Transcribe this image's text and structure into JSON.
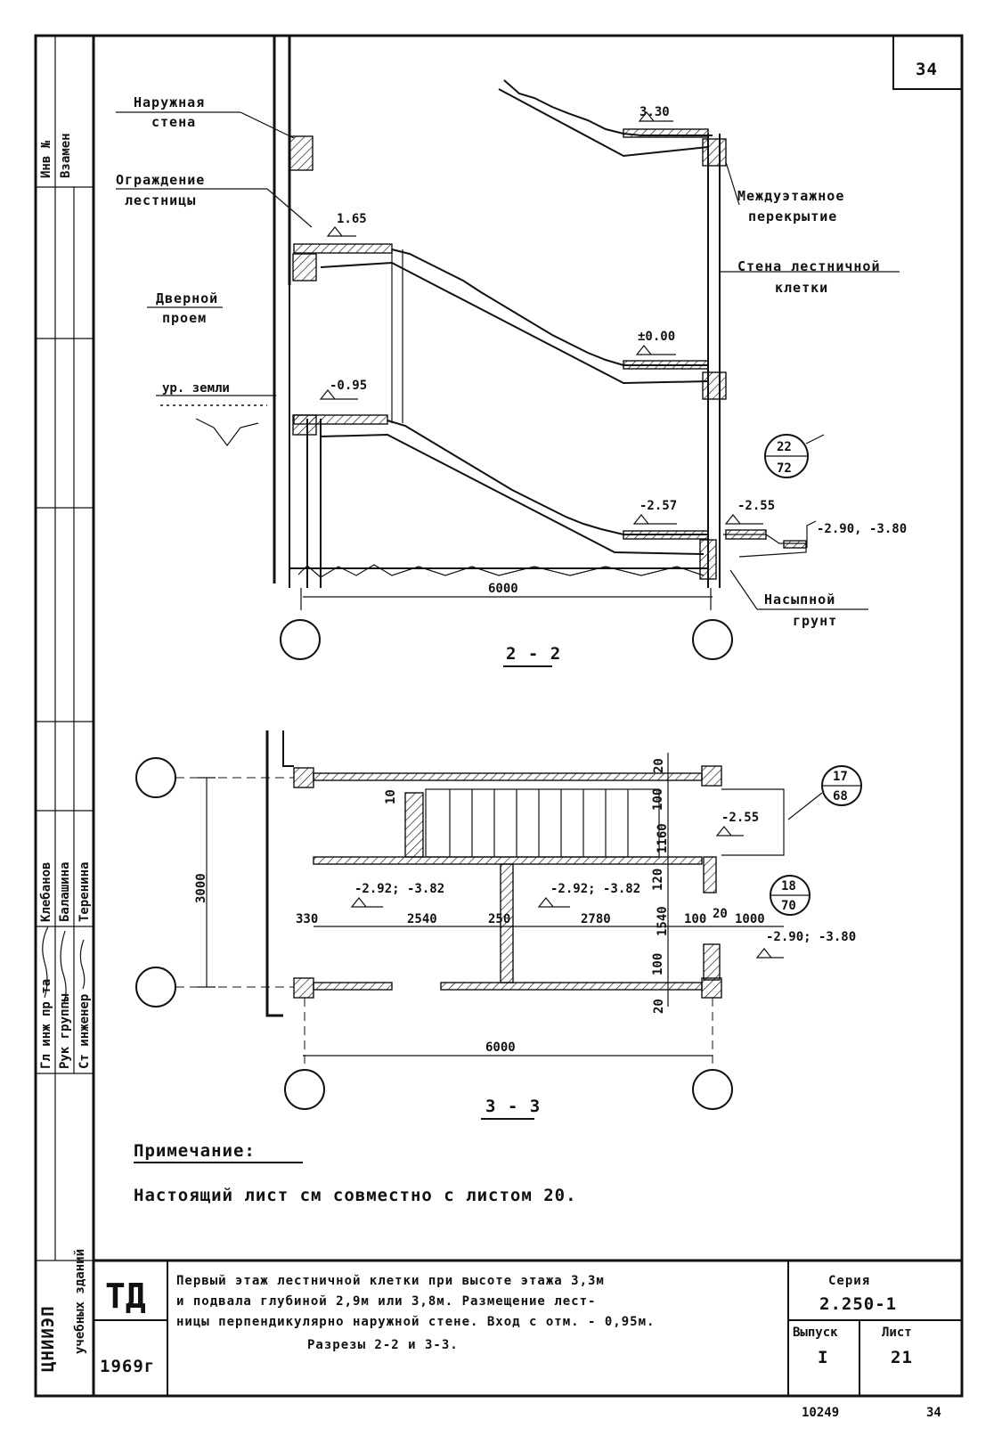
{
  "sheet_number_top": "34",
  "section_2": {
    "label_outer_wall": [
      "Наружная",
      "стена"
    ],
    "label_railing": [
      "Ограждение",
      "лестницы"
    ],
    "label_floor_slab": [
      "Междуэтажное",
      "перекрытие"
    ],
    "label_stair_wall": [
      "Стена лестничной",
      "клетки"
    ],
    "label_door": [
      "Дверной",
      "проем"
    ],
    "label_ground_level": "ур. земли",
    "label_fill_soil": [
      "Насыпной",
      "грунт"
    ],
    "elevations": {
      "e1": "3.30",
      "e2": "1.65",
      "e3": "±0.00",
      "e4": "-0.95",
      "e5": "-2.57",
      "e6": "-2.55",
      "e7": "-2.90, -3.80"
    },
    "callout": {
      "top": "22",
      "bottom": "72"
    },
    "dim_span": "6000",
    "section_title": "2 - 2"
  },
  "section_3": {
    "dims": {
      "d20_top": "20",
      "d10": "10",
      "d100_top": "100",
      "d1160": "1160",
      "d120": "120",
      "d1540": "1540",
      "d100_bot": "100",
      "d20_bot": "20",
      "d3000": "3000",
      "d330": "330",
      "d2540": "2540",
      "d250": "250",
      "d2780": "2780",
      "d100_r": "100",
      "d20_r": "20",
      "d1000": "1000",
      "d6000": "6000"
    },
    "elevations": {
      "e1": "-2.92; -3.82",
      "e2": "-2.92; -3.82",
      "e3": "-2.55",
      "e4": "-2.90; -3.80"
    },
    "callout_a": {
      "top": "17",
      "bottom": "68"
    },
    "callout_b": {
      "top": "18",
      "bottom": "70"
    },
    "section_title": "3 - 3"
  },
  "note": {
    "heading": "Примечание:",
    "text": "Настоящий лист см совместно с листом 20."
  },
  "side_stamp": {
    "top_labels": [
      "Инв №",
      "Взамен"
    ],
    "roles": [
      "Гл инж пр та",
      "Рук группы",
      "Ст инженер"
    ],
    "names": [
      "Клебанов",
      "Балашина",
      "Теренина"
    ],
    "org": [
      "ЦНИИЭП",
      "учебных зданий"
    ]
  },
  "title_block": {
    "logo": "ТД",
    "year": "1969г",
    "description": [
      "Первый этаж лестничной клетки при высоте этажа 3,3м",
      "и подвала глубиной 2,9м или 3,8м. Размещение лест-",
      "ницы перпендикулярно наружной стене. Вход с отм. - 0,95м.",
      "Разрезы 2-2 и 3-3."
    ],
    "series_label": "Серия",
    "series_value": "2.250-1",
    "issue_label": "Выпуск",
    "issue_value": "I",
    "sheet_label": "Лист",
    "sheet_value": "21"
  },
  "footer": {
    "code": "10249",
    "page": "34"
  }
}
